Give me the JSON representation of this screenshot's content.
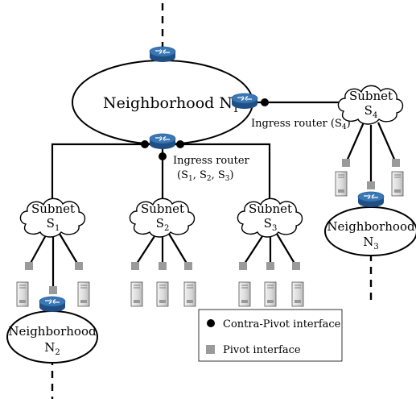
{
  "labels": {
    "n1": {
      "main": "Neighborhood N",
      "sub": "1"
    },
    "n2": {
      "line1": "Neighborhood",
      "line2": "N",
      "sub": "2"
    },
    "n3": {
      "line1": "Neighborhood",
      "line2": "N",
      "sub": "3"
    },
    "s1": {
      "line1": "Subnet",
      "line2": "S",
      "sub": "1"
    },
    "s2": {
      "line1": "Subnet",
      "line2": "S",
      "sub": "2"
    },
    "s3": {
      "line1": "Subnet",
      "line2": "S",
      "sub": "3"
    },
    "s4": {
      "line1": "Subnet",
      "line2": "S",
      "sub": "4"
    },
    "ingress_s4": {
      "prefix": "Ingress router (S",
      "sub": "4",
      "suffix": ")"
    },
    "ingress_multi": {
      "line1": "Ingress router",
      "a": "(S",
      "a_sub": "1",
      "b": ", S",
      "b_sub": "2",
      "c": ", S",
      "c_sub": "3",
      "d": ")"
    }
  },
  "legend": {
    "contra_pivot": "Contra-Pivot interface",
    "pivot": "Pivot interface"
  },
  "colors": {
    "router_top": "#3a78b5",
    "router_side": "#1f4f85",
    "pivot": "#9a9a9a",
    "contra_pivot": "#000000"
  }
}
